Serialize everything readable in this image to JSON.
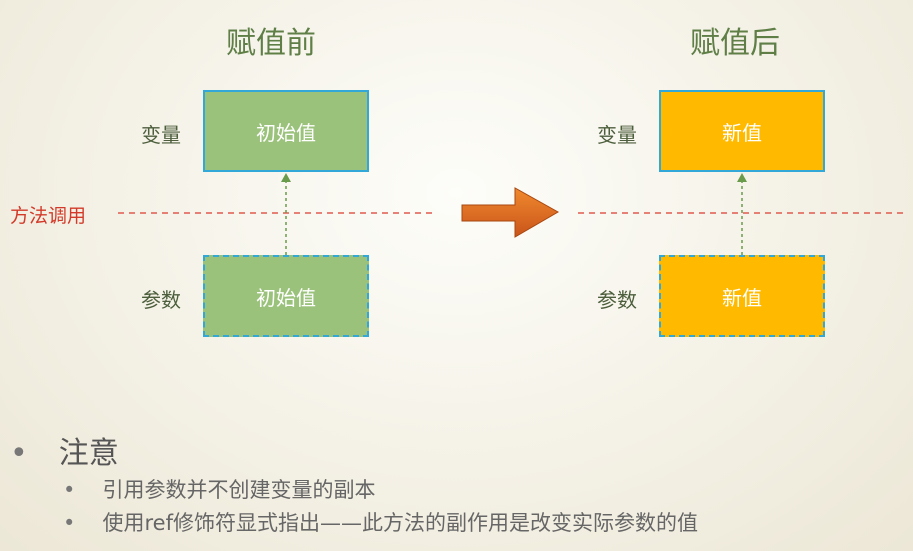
{
  "diagram": {
    "before_title": "赋值前",
    "after_title": "赋值后",
    "variable_label": "变量",
    "parameter_label": "参数",
    "method_call_label": "方法调用",
    "before_variable_value": "初始值",
    "before_parameter_value": "初始值",
    "after_variable_value": "新值",
    "after_parameter_value": "新值",
    "colors": {
      "green_box": "#9ac27b",
      "orange_box": "#ffba00",
      "box_border": "#32a8d8",
      "arrow": "#d9651a",
      "dashed_line": "#e05a4f",
      "title": "#5f7f47"
    }
  },
  "notes": {
    "heading": "注意",
    "items": [
      "引用参数并不创建变量的副本",
      "使用ref修饰符显式指出——此方法的副作用是改变实际参数的值"
    ]
  }
}
